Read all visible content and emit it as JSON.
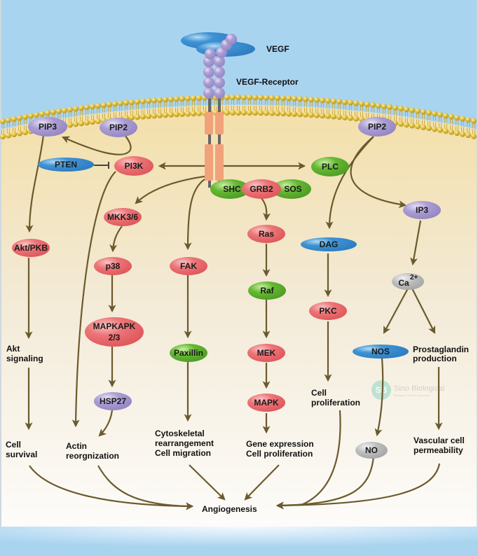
{
  "colors": {
    "sky_top": "#a9d4f0",
    "cytoplasm": "#f3e2b4",
    "membrane_head": "#d9b93a",
    "arrow": "#6b5a2c",
    "red_node": "#e86a6e",
    "green_node": "#5fb030",
    "purple_node": "#a898cf",
    "blue_node": "#3d8ed0",
    "gray_node": "#b9b9b9",
    "receptor_domain": "#f2a27a",
    "bottom_band": "#a9d4f0"
  },
  "labels": {
    "vegf": "VEGF",
    "vegf_receptor": "VEGF-Receptor",
    "angiogenesis": "Angiogenesis",
    "watermark_main": "Sino Biological",
    "watermark_sub": "Biological Solution Specialist",
    "watermark_logo": "SB"
  },
  "nodes": {
    "pip3": "PIP3",
    "pip2_left": "PIP2",
    "pip2_right": "PIP2",
    "pten": "PTEN",
    "pi3k": "PI3K",
    "plc": "PLC",
    "shc": "SHC",
    "grb2": "GRB2",
    "sos": "SOS",
    "akt": "Akt/PKB",
    "mkk": "MKK3/6",
    "p38": "p38",
    "mapkapk_1": "MAPKAPK",
    "mapkapk_2": "2/3",
    "hsp27": "HSP27",
    "fak": "FAK",
    "paxillin": "Paxillin",
    "ras": "Ras",
    "raf": "Raf",
    "mek": "MEK",
    "mapk": "MAPK",
    "dag": "DAG",
    "pkc": "PKC",
    "ip3": "IP3",
    "ca": "Ca",
    "ca_sup": "2+",
    "nos": "NOS",
    "no": "NO"
  },
  "outcomes": {
    "akt_signaling": [
      "Akt",
      "signaling"
    ],
    "cell_survival": [
      "Cell",
      "survival"
    ],
    "actin": [
      "Actin",
      "reorgnization"
    ],
    "cytoskeletal": [
      "Cytoskeletal",
      "rearrangement",
      "Cell migration"
    ],
    "gene_expression": [
      "Gene expression",
      "Cell proliferation"
    ],
    "cell_proliferation": [
      "Cell",
      "proliferation"
    ],
    "prostaglandin": [
      "Prostaglandin",
      "production"
    ],
    "vascular": [
      "Vascular cell",
      "permeability"
    ]
  }
}
